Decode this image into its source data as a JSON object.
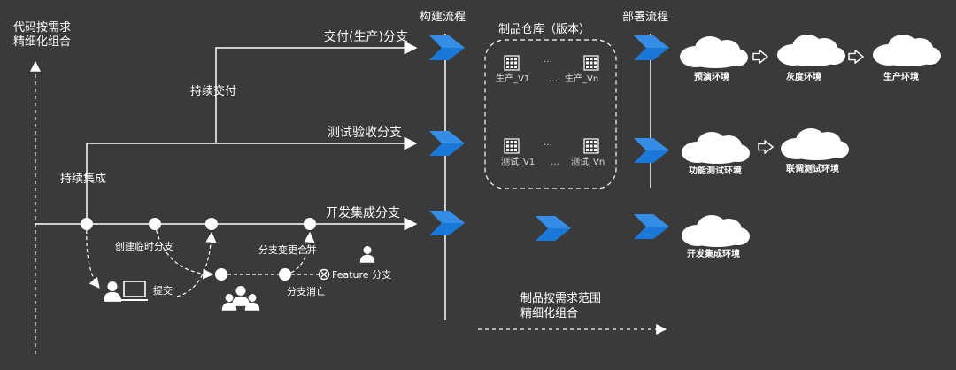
{
  "left_axis": {
    "title_line1": "代码按需求",
    "title_line2": "精细化组合"
  },
  "branches": {
    "production": "交付(生产)分支",
    "testing": "测试验收分支",
    "development": "开发集成分支"
  },
  "practices": {
    "continuous_delivery": "持续交付",
    "continuous_integration": "持续集成"
  },
  "dev_flow": {
    "create_temp_branch": "创建临时分支",
    "merge_branch_change": "分支变更合并",
    "feature_branch": "Feature 分支",
    "submit": "提交",
    "branch_removed": "分支消亡"
  },
  "stages": {
    "build": "构建流程",
    "artifact_repo": "制品仓库（版本）",
    "deploy": "部署流程"
  },
  "artifacts": {
    "prod_v1": "生产_V1",
    "prod_vn": "生产_Vn",
    "test_v1": "测试_V1",
    "test_vn": "测试_Vn",
    "ellipsis": "…"
  },
  "environments": {
    "pre_release": "预演环境",
    "gray": "灰度环境",
    "production": "生产环境",
    "functional_test": "功能测试环境",
    "integration_test": "联调测试环境",
    "dev_integration": "开发集成环境"
  },
  "bottom_axis": {
    "title_line1": "制品按需求范围",
    "title_line2": "精细化组合"
  },
  "colors": {
    "background": "#3a3a3a",
    "arrow_blue": "#1a78d8",
    "line": "#ffffff"
  },
  "icons": {
    "person": "person-icon",
    "computer": "computer-icon",
    "team": "team-icon",
    "close": "close-circle-icon",
    "cloud": "cloud-icon",
    "hollow_arrow": "hollow-arrow-icon",
    "artifact": "artifact-grid-icon",
    "chevron": "blue-chevron-arrow-icon"
  }
}
